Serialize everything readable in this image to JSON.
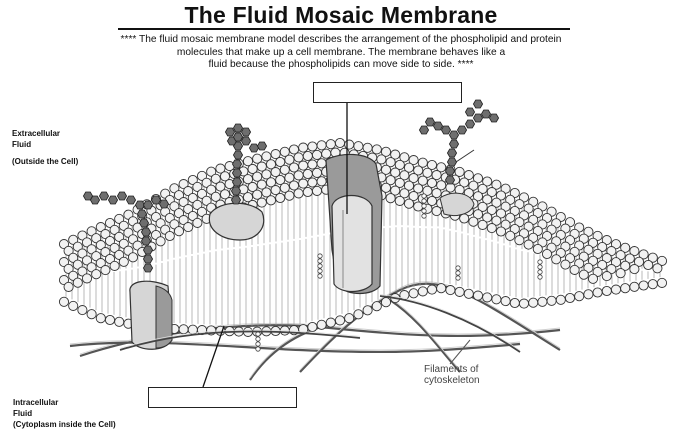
{
  "title": "The Fluid Mosaic Membrane",
  "description": {
    "line1": "**** The fluid mosaic membrane model describes the arrangement of the phospholipid and protein",
    "line2": "molecules that make up a cell membrane.  The membrane behaves like a",
    "line3": "fluid because the phospholipids can move side to side.  ****"
  },
  "labels": {
    "extracellular": {
      "line1": "Extracellular",
      "line2": "Fluid",
      "line3": "(Outside the Cell)"
    },
    "intracellular": {
      "line1": "Intracellular",
      "line2": "Fluid",
      "line3": "(Cytoplasm inside the Cell)"
    },
    "filaments": {
      "line1": "Filaments of",
      "line2": "cytoskeleton"
    }
  },
  "answer_boxes": {
    "top": "",
    "bottom": ""
  },
  "colors": {
    "head_fill": "#f2f2f2",
    "outline": "#333333",
    "protein_fill": "#d6d6d6",
    "protein_dark": "#9a9a9a",
    "sugar_fill": "#6e6e6e",
    "filament": "#555555"
  },
  "icons": {
    "phospholipid": "phospholipid-head-icon",
    "carbohydrate": "glycoprotein-chain-icon"
  }
}
